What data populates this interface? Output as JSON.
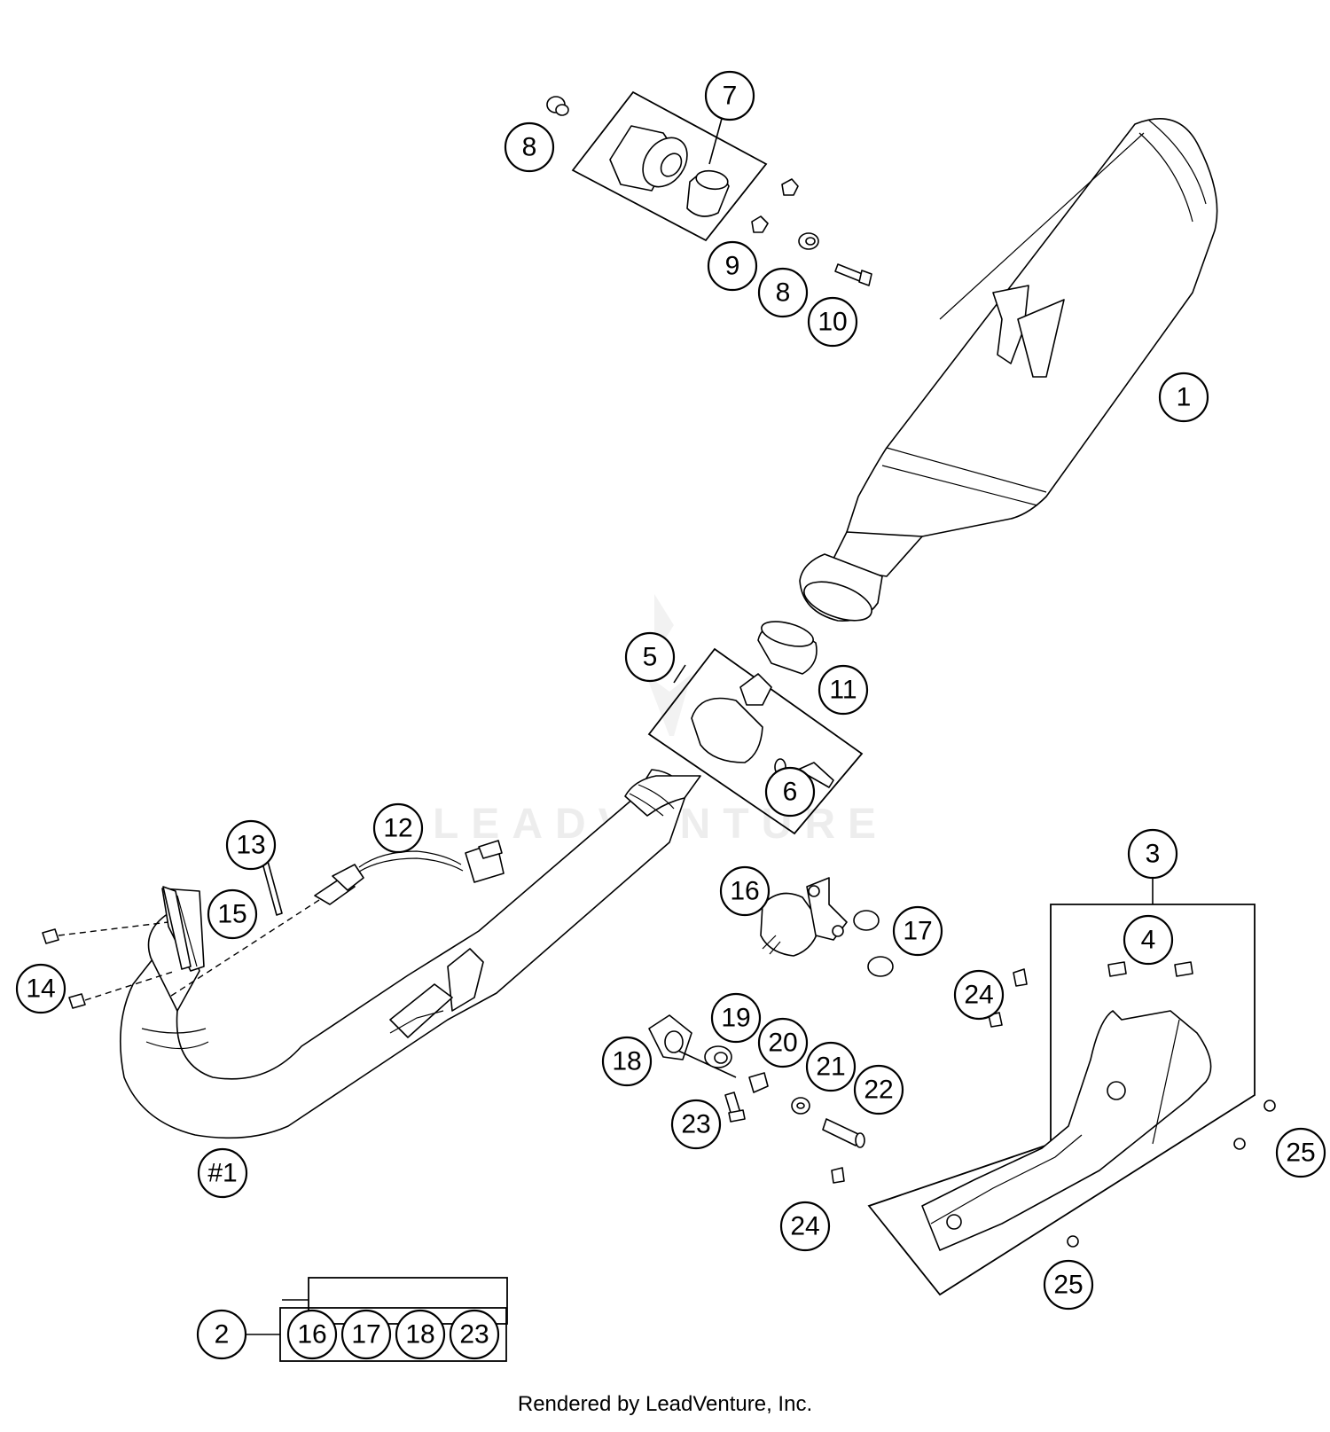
{
  "diagram": {
    "callouts": [
      {
        "id": "c-7",
        "label": "7"
      },
      {
        "id": "c-8a",
        "label": "8"
      },
      {
        "id": "c-9",
        "label": "9"
      },
      {
        "id": "c-8b",
        "label": "8"
      },
      {
        "id": "c-10",
        "label": "10"
      },
      {
        "id": "c-1",
        "label": "1"
      },
      {
        "id": "c-5",
        "label": "5"
      },
      {
        "id": "c-11",
        "label": "11"
      },
      {
        "id": "c-6",
        "label": "6"
      },
      {
        "id": "c-12",
        "label": "12"
      },
      {
        "id": "c-13",
        "label": "13"
      },
      {
        "id": "c-15",
        "label": "15"
      },
      {
        "id": "c-14",
        "label": "14"
      },
      {
        "id": "c-h1",
        "label": "#1"
      },
      {
        "id": "c-3",
        "label": "3"
      },
      {
        "id": "c-4",
        "label": "4"
      },
      {
        "id": "c-16",
        "label": "16"
      },
      {
        "id": "c-17",
        "label": "17"
      },
      {
        "id": "c-24a",
        "label": "24"
      },
      {
        "id": "c-19",
        "label": "19"
      },
      {
        "id": "c-20",
        "label": "20"
      },
      {
        "id": "c-18",
        "label": "18"
      },
      {
        "id": "c-21",
        "label": "21"
      },
      {
        "id": "c-22",
        "label": "22"
      },
      {
        "id": "c-23",
        "label": "23"
      },
      {
        "id": "c-25a",
        "label": "25"
      },
      {
        "id": "c-24b",
        "label": "24"
      },
      {
        "id": "c-25b",
        "label": "25"
      },
      {
        "id": "c-2",
        "label": "2"
      },
      {
        "id": "c-k16",
        "label": "16"
      },
      {
        "id": "c-k17",
        "label": "17"
      },
      {
        "id": "c-k18",
        "label": "18"
      },
      {
        "id": "c-k23",
        "label": "23"
      }
    ],
    "watermark": "LEADVENTURE"
  },
  "footer": {
    "text": "Rendered by LeadVenture, Inc."
  }
}
